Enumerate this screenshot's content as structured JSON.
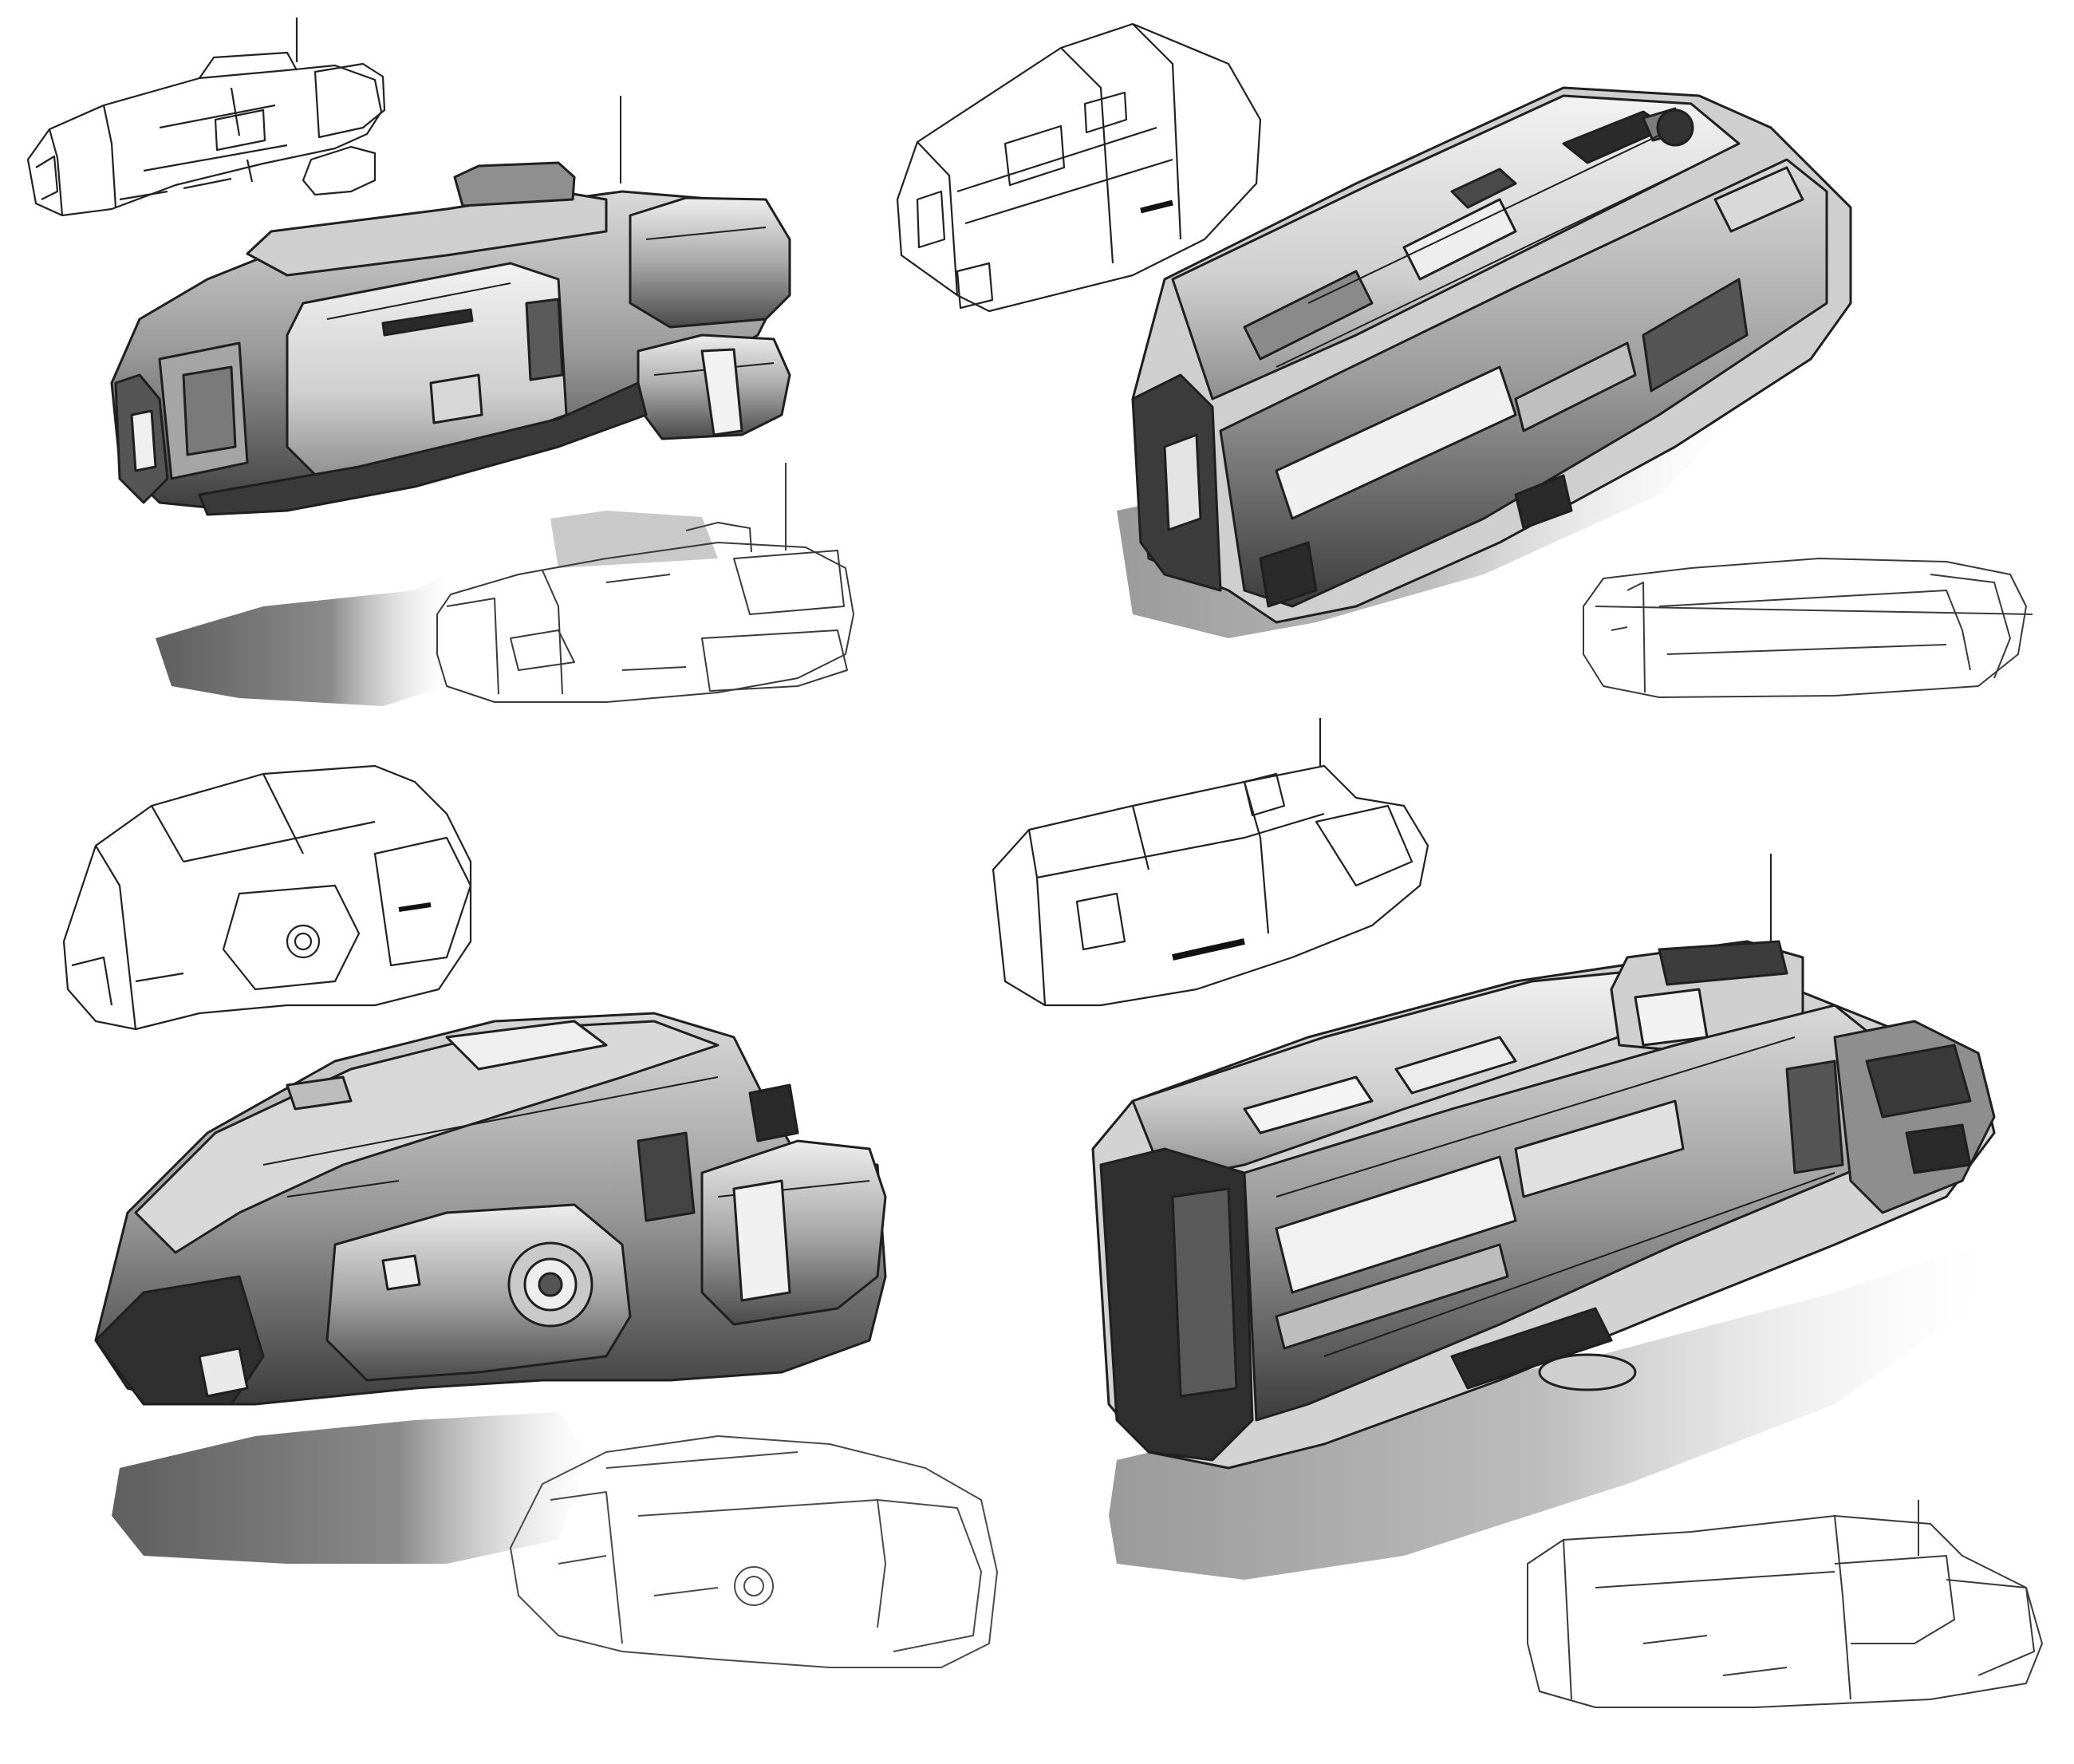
{
  "sheet": {
    "background": "#ffffff",
    "tones": {
      "ink": "#1f1f1f",
      "dark": "#3a3a3a",
      "mid": "#7d7d7d",
      "light": "#bdbdbd",
      "pale": "#e6e6e6",
      "paper": "#ffffff",
      "shadow": "#6f6f6f",
      "shadow_light": "#b9b9b9"
    },
    "drawings": [
      {
        "name": "sketch-ship-1-small-lineart",
        "style": "lineart"
      },
      {
        "name": "sketch-ship-1-rendered",
        "style": "rendered"
      },
      {
        "name": "sketch-ship-1-outline-with-shadow",
        "style": "outline"
      },
      {
        "name": "sketch-ship-2-small-lineart",
        "style": "lineart"
      },
      {
        "name": "sketch-ship-2-rendered",
        "style": "rendered"
      },
      {
        "name": "sketch-ship-2-outline",
        "style": "outline"
      },
      {
        "name": "sketch-ship-3-small-lineart",
        "style": "lineart"
      },
      {
        "name": "sketch-ship-3-rendered",
        "style": "rendered"
      },
      {
        "name": "sketch-ship-3-outline-with-shadow",
        "style": "outline"
      },
      {
        "name": "sketch-ship-4-small-lineart",
        "style": "lineart"
      },
      {
        "name": "sketch-ship-4-rendered",
        "style": "rendered"
      },
      {
        "name": "sketch-ship-4-outline",
        "style": "outline"
      }
    ]
  }
}
